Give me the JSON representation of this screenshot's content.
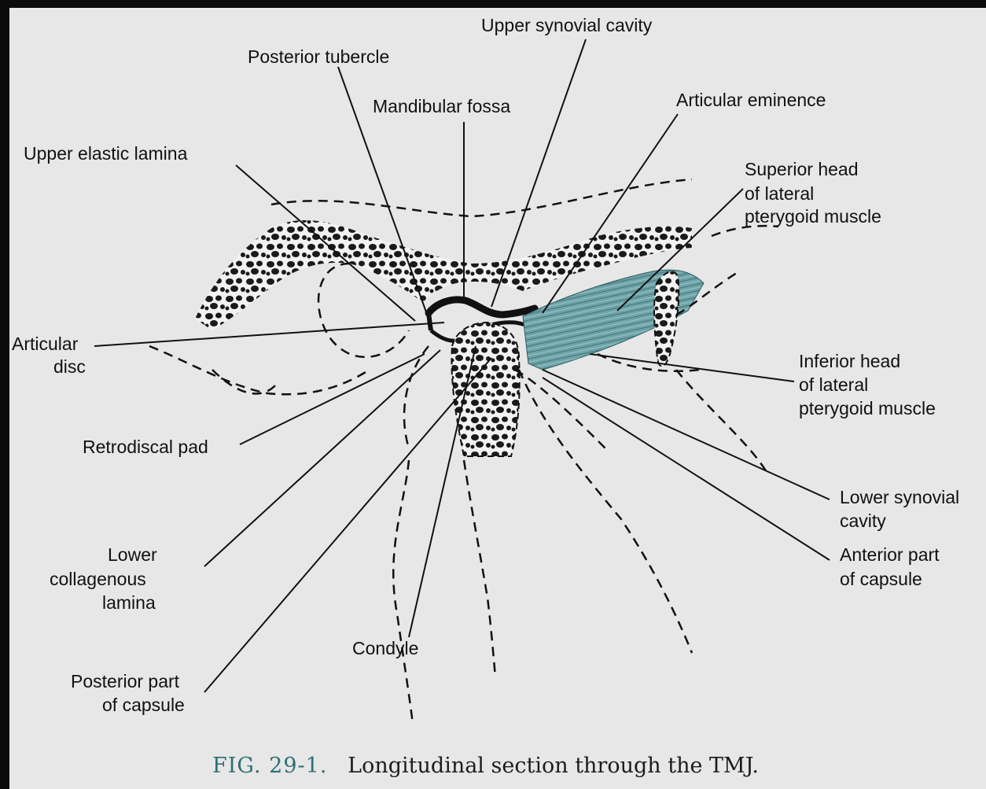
{
  "caption": {
    "figure": "FIG. 29-1.",
    "text": "Longitudinal section through the TMJ."
  },
  "labels": {
    "upper_synovial_cavity": "Upper synovial cavity",
    "posterior_tubercle": "Posterior tubercle",
    "mandibular_fossa": "Mandibular fossa",
    "articular_eminence": "Articular eminence",
    "upper_elastic_lamina": "Upper elastic lamina",
    "superior_head_1": "Superior head",
    "superior_head_2": "of lateral",
    "superior_head_3": "pterygoid muscle",
    "articular_disc_1": "Articular",
    "articular_disc_2": "disc",
    "inferior_head_1": "Inferior head",
    "inferior_head_2": "of lateral",
    "inferior_head_3": "pterygoid muscle",
    "retrodiscal_pad": "Retrodiscal pad",
    "lower_synovial_1": "Lower synovial",
    "lower_synovial_2": "cavity",
    "lower_collagenous_1": "Lower",
    "lower_collagenous_2": "collagenous",
    "lower_collagenous_3": "lamina",
    "anterior_capsule_1": "Anterior part",
    "anterior_capsule_2": "of capsule",
    "condyle": "Condyle",
    "posterior_capsule_1": "Posterior part",
    "posterior_capsule_2": "of capsule"
  },
  "colors": {
    "muscle": "#6ea3a8",
    "ink": "#111111",
    "caption_accent": "#2f6f73"
  }
}
